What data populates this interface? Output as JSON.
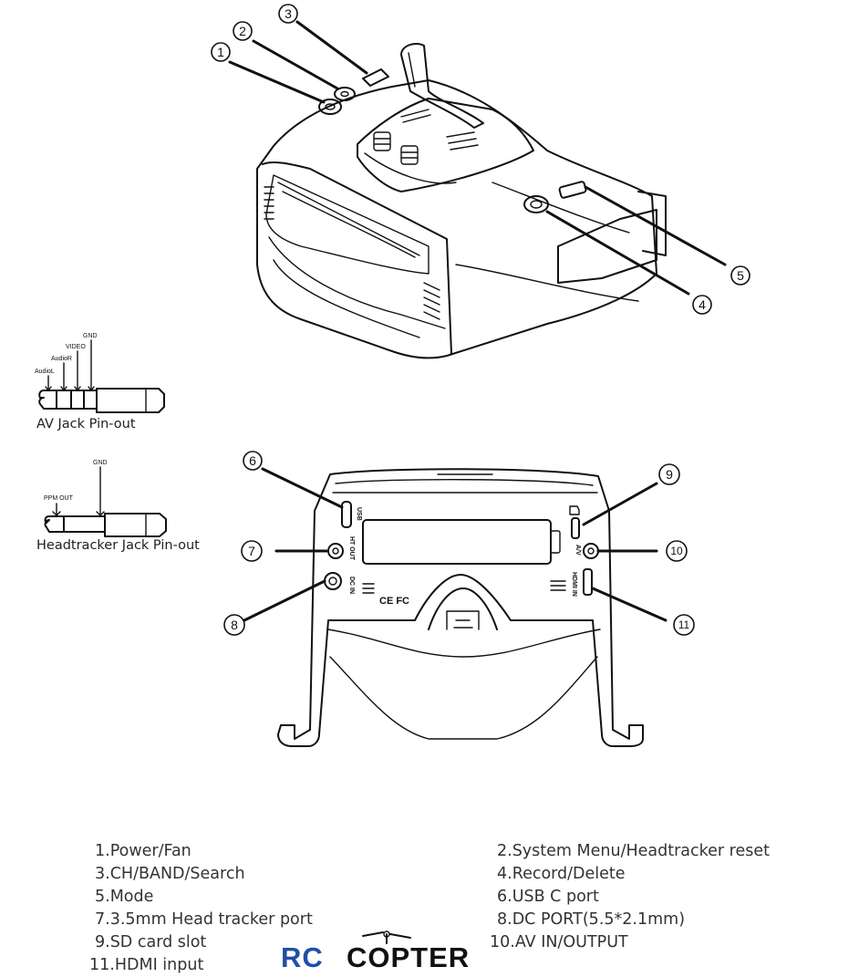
{
  "callouts": [
    "1",
    "2",
    "3",
    "4",
    "5",
    "6",
    "7",
    "8",
    "9",
    "10",
    "11"
  ],
  "av_jack": {
    "title": "AV Jack Pin-out",
    "pins": [
      "AudioL",
      "AudioR",
      "VIDEO",
      "GND"
    ]
  },
  "ht_jack": {
    "title": "Headtracker Jack Pin-out",
    "pins": [
      "PPM OUT",
      "GND"
    ]
  },
  "port_labels": {
    "usb": "USB",
    "ht_out": "HT OUT",
    "dc_in": "DC IN",
    "av": "A/V",
    "hdmi": "HDMI IN",
    "ce_fc": "CE FC"
  },
  "legend": {
    "left": [
      "1.Power/Fan",
      "3.CH/BAND/Search",
      "5.Mode",
      "7.3.5mm Head tracker port",
      "9.SD card slot",
      "11.HDMI input"
    ],
    "right": [
      "2.System Menu/Headtracker reset",
      "4.Record/Delete",
      "6.USB C port",
      "8.DC PORT(5.5*2.1mm)",
      "10.AV IN/OUTPUT"
    ]
  },
  "logo": {
    "part1": "RC",
    "part2": "COPTER",
    "part1_color": "#1f4fa8",
    "part2_color": "#111111"
  }
}
